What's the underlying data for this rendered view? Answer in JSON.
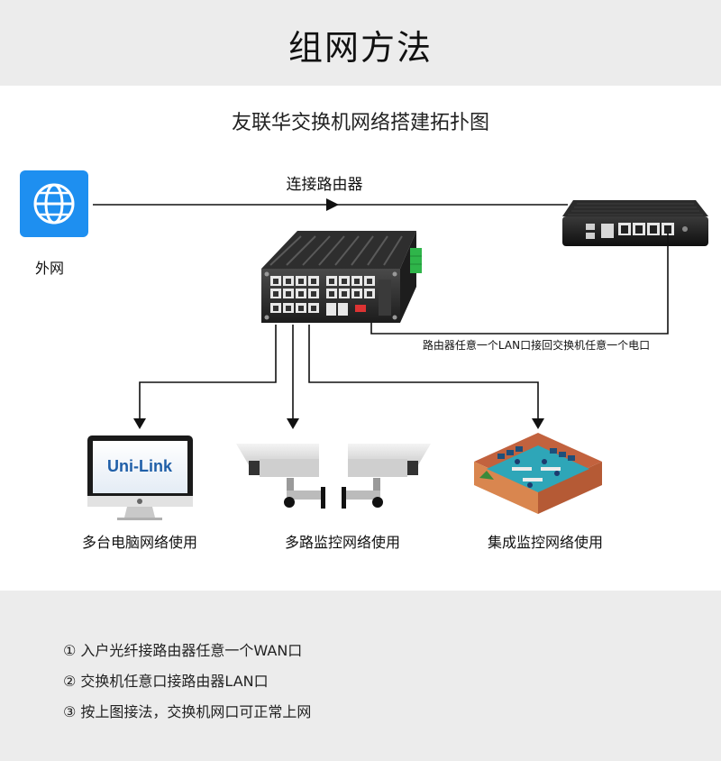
{
  "header": {
    "title": "组网方法"
  },
  "diagram": {
    "subtitle": "友联华交换机网络搭建拓扑图",
    "internet_label": "外网",
    "router_link_label": "连接路由器",
    "lan_link_label": "路由器任意一个LAN口接回交换机任意一个电口",
    "monitor_brand": "Uni-Link",
    "endpoints": [
      {
        "label": "多台电脑网络使用",
        "icon": "monitor-icon"
      },
      {
        "label": "多路监控网络使用",
        "icon": "camera-icon"
      },
      {
        "label": "集成监控网络使用",
        "icon": "control-room-icon"
      }
    ]
  },
  "notes": [
    "① 入户光纤接路由器任意一个WAN口",
    "② 交换机任意口接路由器LAN口",
    "③  按上图接法，交换机网口可正常上网"
  ],
  "colors": {
    "internet_icon_bg": "#1e8ff0",
    "header_bg": "#ececec",
    "switch_body": "#2a2a2a",
    "terminal_green": "#2fb54a"
  }
}
